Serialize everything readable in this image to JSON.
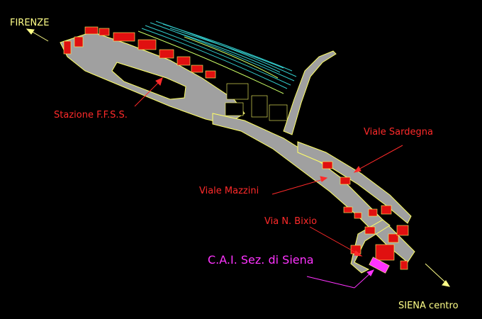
{
  "labels": {
    "firenze": "FIRENZE",
    "siena_centro": "SIENA centro",
    "stazione": "Stazione F.F.S.S.",
    "viale_sardegna": "Viale Sardegna",
    "viale_mazzini": "Viale Mazzini",
    "via_bixio": "Via N. Bixio",
    "cai": "C.A.I. Sez. di Siena"
  },
  "colors": {
    "background": "#000000",
    "road": "#a0a0a0",
    "building": "#e01010",
    "outline": "#ffff66",
    "rail": "#33cccc",
    "label_red": "#ff2a2a",
    "label_yellow": "#ffff88",
    "label_magenta": "#ff33ff"
  }
}
